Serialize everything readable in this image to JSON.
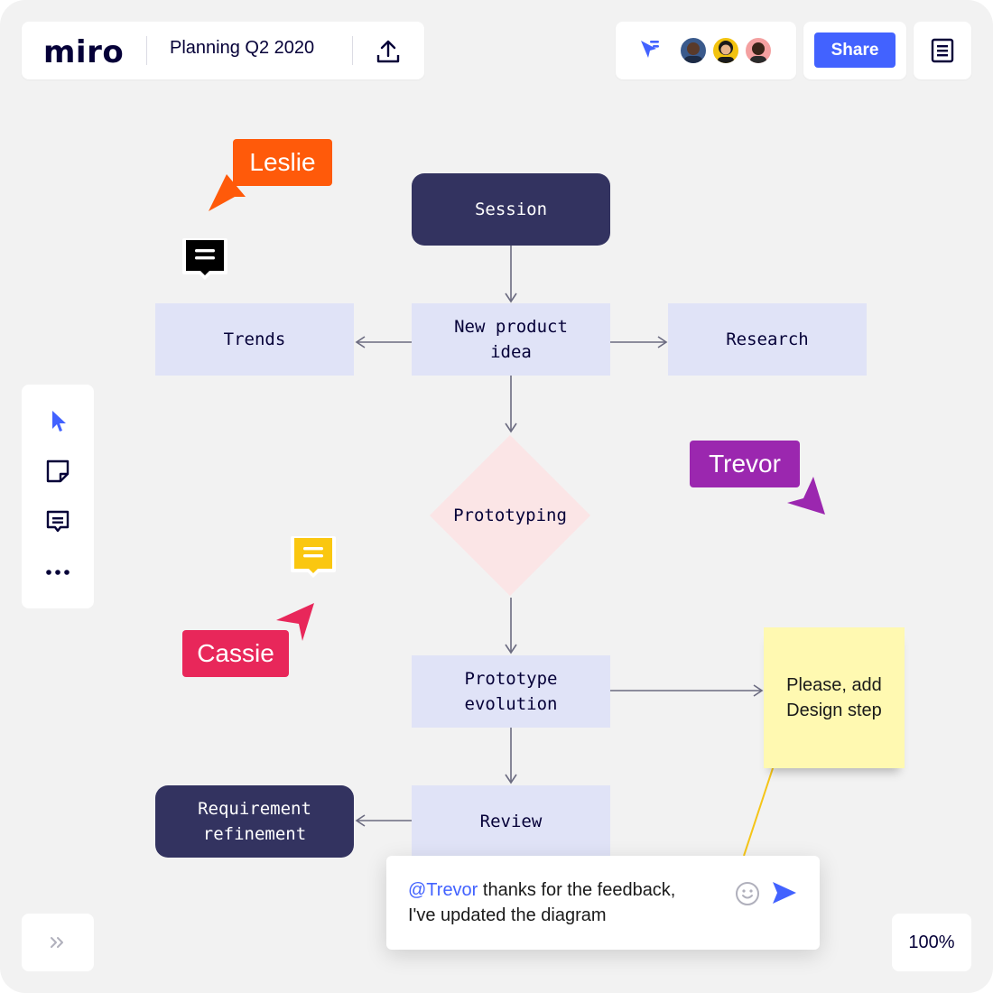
{
  "header": {
    "logo": "miro",
    "board_title": "Planning Q2 2020",
    "share_label": "Share"
  },
  "collaborators": [
    {
      "name": "avatar-1",
      "bg": "#3a5a8c"
    },
    {
      "name": "avatar-2",
      "bg": "#f2c30f"
    },
    {
      "name": "avatar-3",
      "bg": "#f4a0a0"
    }
  ],
  "flowchart": {
    "session": "Session",
    "new_product_idea": "New product\nidea",
    "trends": "Trends",
    "research": "Research",
    "prototyping": "Prototyping",
    "prototype_evolution": "Prototype\nevolution",
    "review": "Review",
    "requirement_refinement": "Requirement\nrefinement"
  },
  "cursors": {
    "leslie": {
      "label": "Leslie",
      "color": "#ff5a0a"
    },
    "trevor": {
      "label": "Trevor",
      "color": "#9b27af"
    },
    "cassie": {
      "label": "Cassie",
      "color": "#e8275a"
    }
  },
  "sticky_note": {
    "text": "Please, add\nDesign step"
  },
  "comment": {
    "mention": "@Trevor",
    "text": " thanks for the feedback, I've updated the diagram"
  },
  "zoom": {
    "level": "100%"
  },
  "colors": {
    "accent": "#4262ff",
    "dark_node": "#333360",
    "light_node": "#e0e3f7",
    "sticky": "#fff9b1"
  }
}
